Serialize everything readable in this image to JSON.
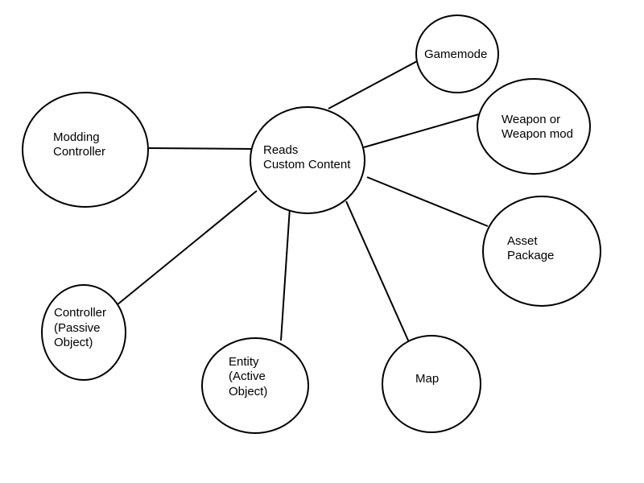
{
  "diagram": {
    "hub": {
      "line1": "Reads",
      "line2": "Custom Content"
    },
    "nodes": {
      "gamemode": {
        "line1": "Gamemode"
      },
      "weapon": {
        "line1": "Weapon or",
        "line2": "Weapon mod"
      },
      "asset_package": {
        "line1": "Asset",
        "line2": "Package"
      },
      "map": {
        "line1": "Map"
      },
      "entity": {
        "line1": "Entity",
        "line2": "(Active",
        "line3": "Object)"
      },
      "controller": {
        "line1": "Controller",
        "line2": "(Passive",
        "line3": "Object)"
      },
      "modding_controller": {
        "line1": "Modding",
        "line2": "Controller"
      }
    },
    "colors": {
      "stroke": "#000000",
      "fill": "#ffffff",
      "background": "#ffffff"
    }
  }
}
